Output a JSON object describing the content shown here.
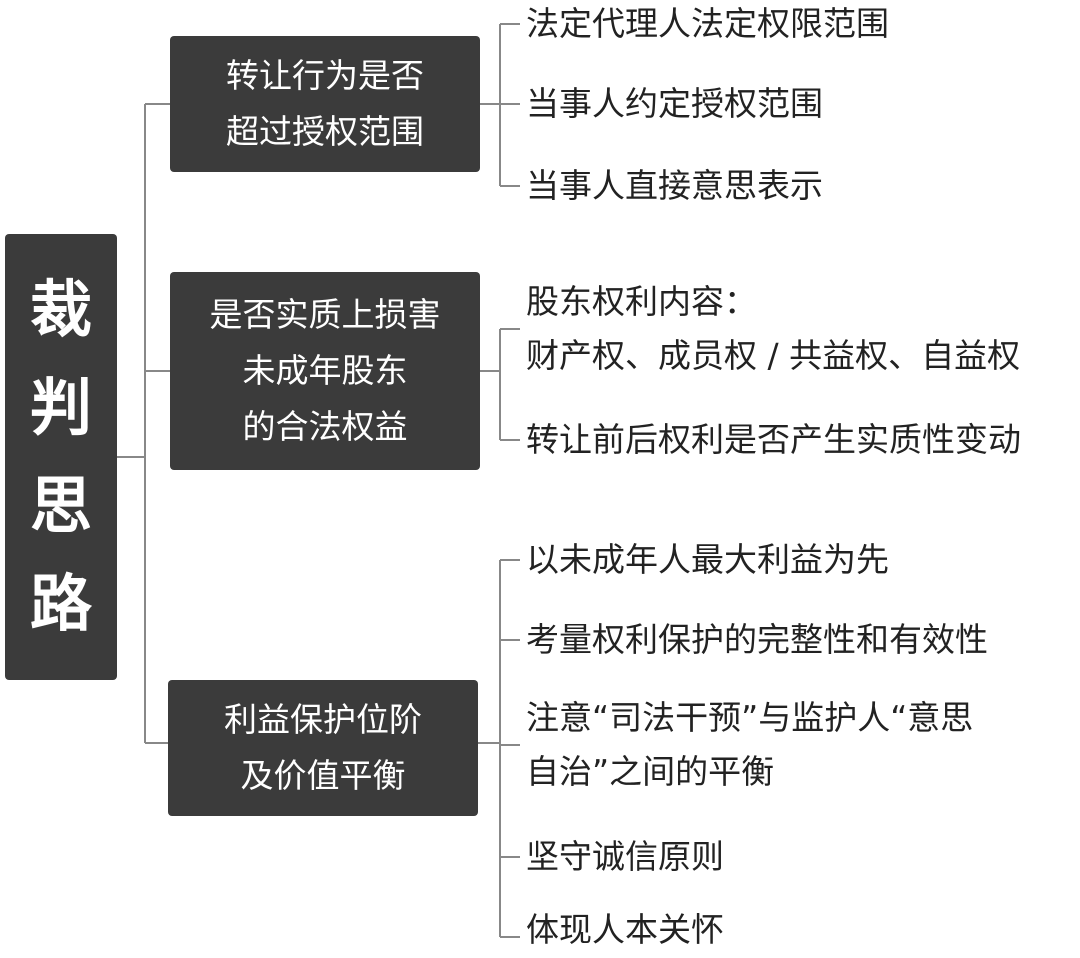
{
  "root": {
    "label_chars": [
      "裁",
      "判",
      "思",
      "路"
    ]
  },
  "branches": [
    {
      "lines": [
        "转让行为是否",
        "超过授权范围"
      ],
      "leaves": [
        {
          "lines": [
            "法定代理人法定权限范围"
          ]
        },
        {
          "lines": [
            "当事人约定授权范围"
          ]
        },
        {
          "lines": [
            "当事人直接意思表示"
          ]
        }
      ]
    },
    {
      "lines": [
        "是否实质上损害",
        "未成年股东",
        "的合法权益"
      ],
      "leaves": [
        {
          "lines": [
            "股东权利内容：",
            "财产权、成员权 / 共益权、自益权"
          ]
        },
        {
          "lines": [
            "转让前后权利是否产生实质性变动"
          ]
        }
      ]
    },
    {
      "lines": [
        "利益保护位阶",
        "及价值平衡"
      ],
      "leaves": [
        {
          "lines": [
            "以未成年人最大利益为先"
          ]
        },
        {
          "lines": [
            "考量权利保护的完整性和有效性"
          ]
        },
        {
          "lines": [
            "注意“司法干预”与监护人“意思",
            "自治”之间的平衡"
          ]
        },
        {
          "lines": [
            "坚守诚信原则"
          ]
        },
        {
          "lines": [
            "体现人本关怀"
          ]
        }
      ]
    }
  ],
  "colors": {
    "box_fill": "#3b3b3b",
    "box_text": "#ffffff",
    "leaf_text": "#222222",
    "connector": "#888888"
  }
}
